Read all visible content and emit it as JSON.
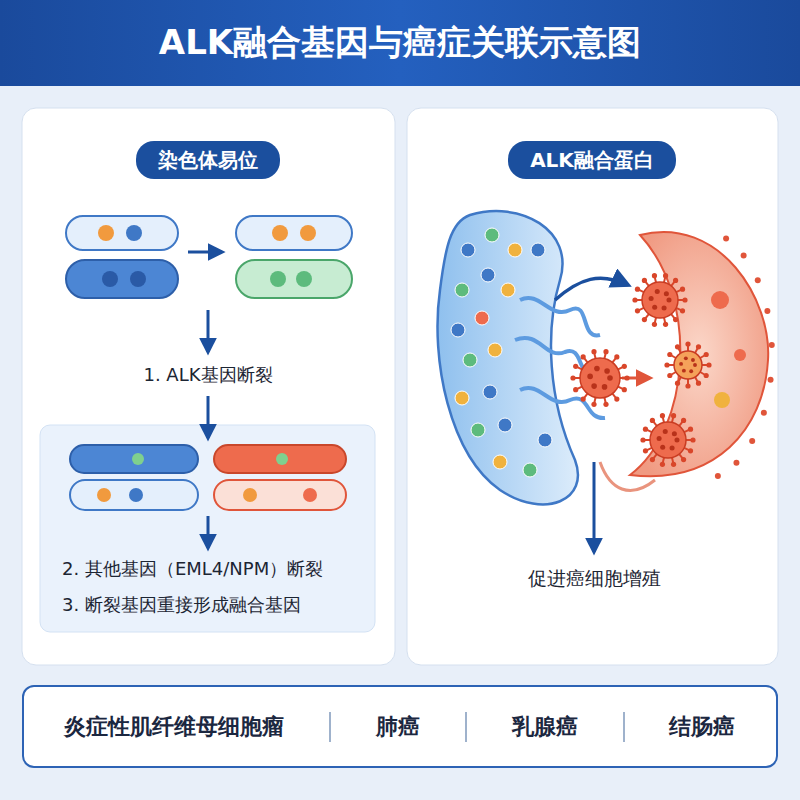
{
  "diagram": {
    "title": "ALK融合基因与癌症关联示意图",
    "nodes": [
      {
        "text": [
          "染色体易位"
        ]
      },
      {
        "text": [
          "ALK融合蛋白"
        ]
      },
      {
        "text": [
          "2. 其他基因（EML4/NPM）断裂",
          "3. 断裂基因重接形成融合基因"
        ]
      },
      {
        "text": [
          "炎症性肌纤维母细胞瘤",
          "肺癌",
          "乳腺癌",
          "结肠癌"
        ]
      }
    ],
    "labels": [
      "1. ALK基因断裂",
      "促进癌细胞增殖"
    ]
  }
}
